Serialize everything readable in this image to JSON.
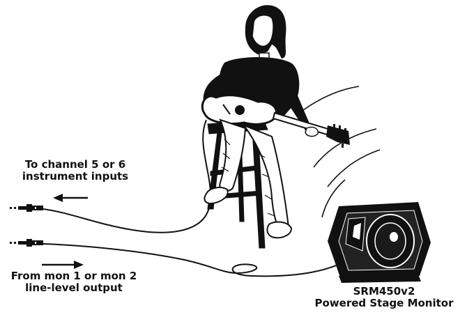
{
  "labels": {
    "to_input": {
      "line1": "To channel 5 or 6",
      "line2": "instrument inputs"
    },
    "from_output": {
      "line1": "From mon 1 or mon 2",
      "line2": "line-level output"
    },
    "speaker": {
      "line1": "SRM450v2",
      "line2": "Powered Stage Monitor"
    }
  },
  "colors": {
    "ink": "#111111",
    "paper": "#ffffff"
  }
}
